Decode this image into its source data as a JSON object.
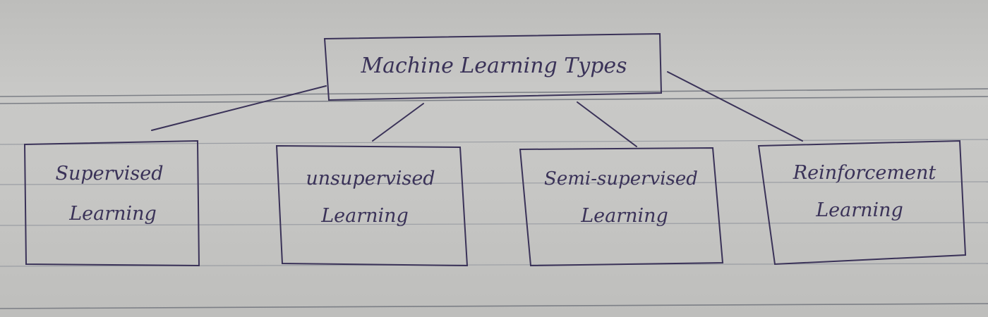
{
  "diagram": {
    "root": {
      "id": "root",
      "label": "Machine Learning Types"
    },
    "children": [
      {
        "id": "supervised",
        "line1": "Supervised",
        "line2": "Learning"
      },
      {
        "id": "unsupervised",
        "line1": "unsupervised",
        "line2": "Learning"
      },
      {
        "id": "semi",
        "line1": "Semi-supervised",
        "line2": "Learning"
      },
      {
        "id": "reinforcement",
        "line1": "Reinforcement",
        "line2": "Learning"
      }
    ],
    "edges": [
      {
        "from": "root",
        "to": "supervised"
      },
      {
        "from": "root",
        "to": "unsupervised"
      },
      {
        "from": "root",
        "to": "semi"
      },
      {
        "from": "root",
        "to": "reinforcement"
      }
    ]
  },
  "colors": {
    "ink": "#3a3258",
    "paper": "#c6c6c4",
    "rule": "#7c7f86"
  }
}
